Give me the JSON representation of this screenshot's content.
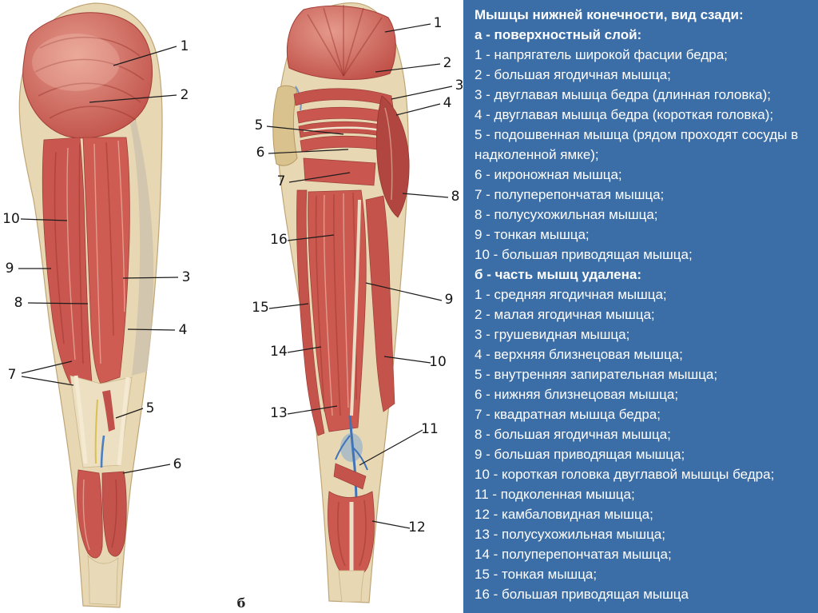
{
  "colors": {
    "panel_bg": "#3b6da6",
    "text": "#ffffff",
    "muscle_red": "#c4534b",
    "skin_tan": "#e8d7b3",
    "vessel_blue": "#4a7fc1"
  },
  "legend": {
    "title": "Мышцы нижней конечности, вид сзади:",
    "sections": [
      {
        "heading": "а - поверхностный слой:",
        "items": [
          "1 - напрягатель широкой фасции бедра;",
          "2 - большая ягодичная мышца;",
          "3 - двуглавая мышца бедра (длинная головка);",
          "4 - двуглавая мышца бедра (короткая головка);",
          "5 - подошвенная мышца (рядом проходят сосуды в надколенной ямке);",
          "6 - икроножная мышца;",
          "7 - полуперепончатая мышца;",
          "8 - полусухожильная мышца;",
          "9 - тонкая мышца;",
          "10 - большая приводящая мышца;"
        ]
      },
      {
        "heading": "б - часть мышц удалена:",
        "items": [
          "1 - средняя ягодичная мышца;",
          "2 - малая ягодичная мышца;",
          "3 - грушевидная мышца;",
          "4 - верхняя близнецовая мышца;",
          "5 - внутренняя запирательная мышца;",
          "6 - нижняя близнецовая мышца;",
          "7 - квадратная мышца бедра;",
          "8 - большая ягодичная мышца;",
          "9 - большая приводящая мышца;",
          "10 - короткая головка двуглавой мышцы бедра;",
          "11 - подколенная мышца;",
          "12 - камбаловидная мышца;",
          "13 - полусухожильная мышца;",
          "14 - полуперепончатая мышца;",
          "15 - тонкая мышца;",
          "16 - большая приводящая мышца"
        ]
      }
    ]
  },
  "figures": {
    "a": {
      "labels": [
        "1",
        "2",
        "10",
        "9",
        "8",
        "3",
        "4",
        "7",
        "5",
        "6"
      ]
    },
    "b": {
      "labels": [
        "1",
        "2",
        "3",
        "4",
        "5",
        "6",
        "7",
        "8",
        "16",
        "15",
        "14",
        "13",
        "9",
        "10",
        "11",
        "12"
      ],
      "caption": "б"
    }
  }
}
